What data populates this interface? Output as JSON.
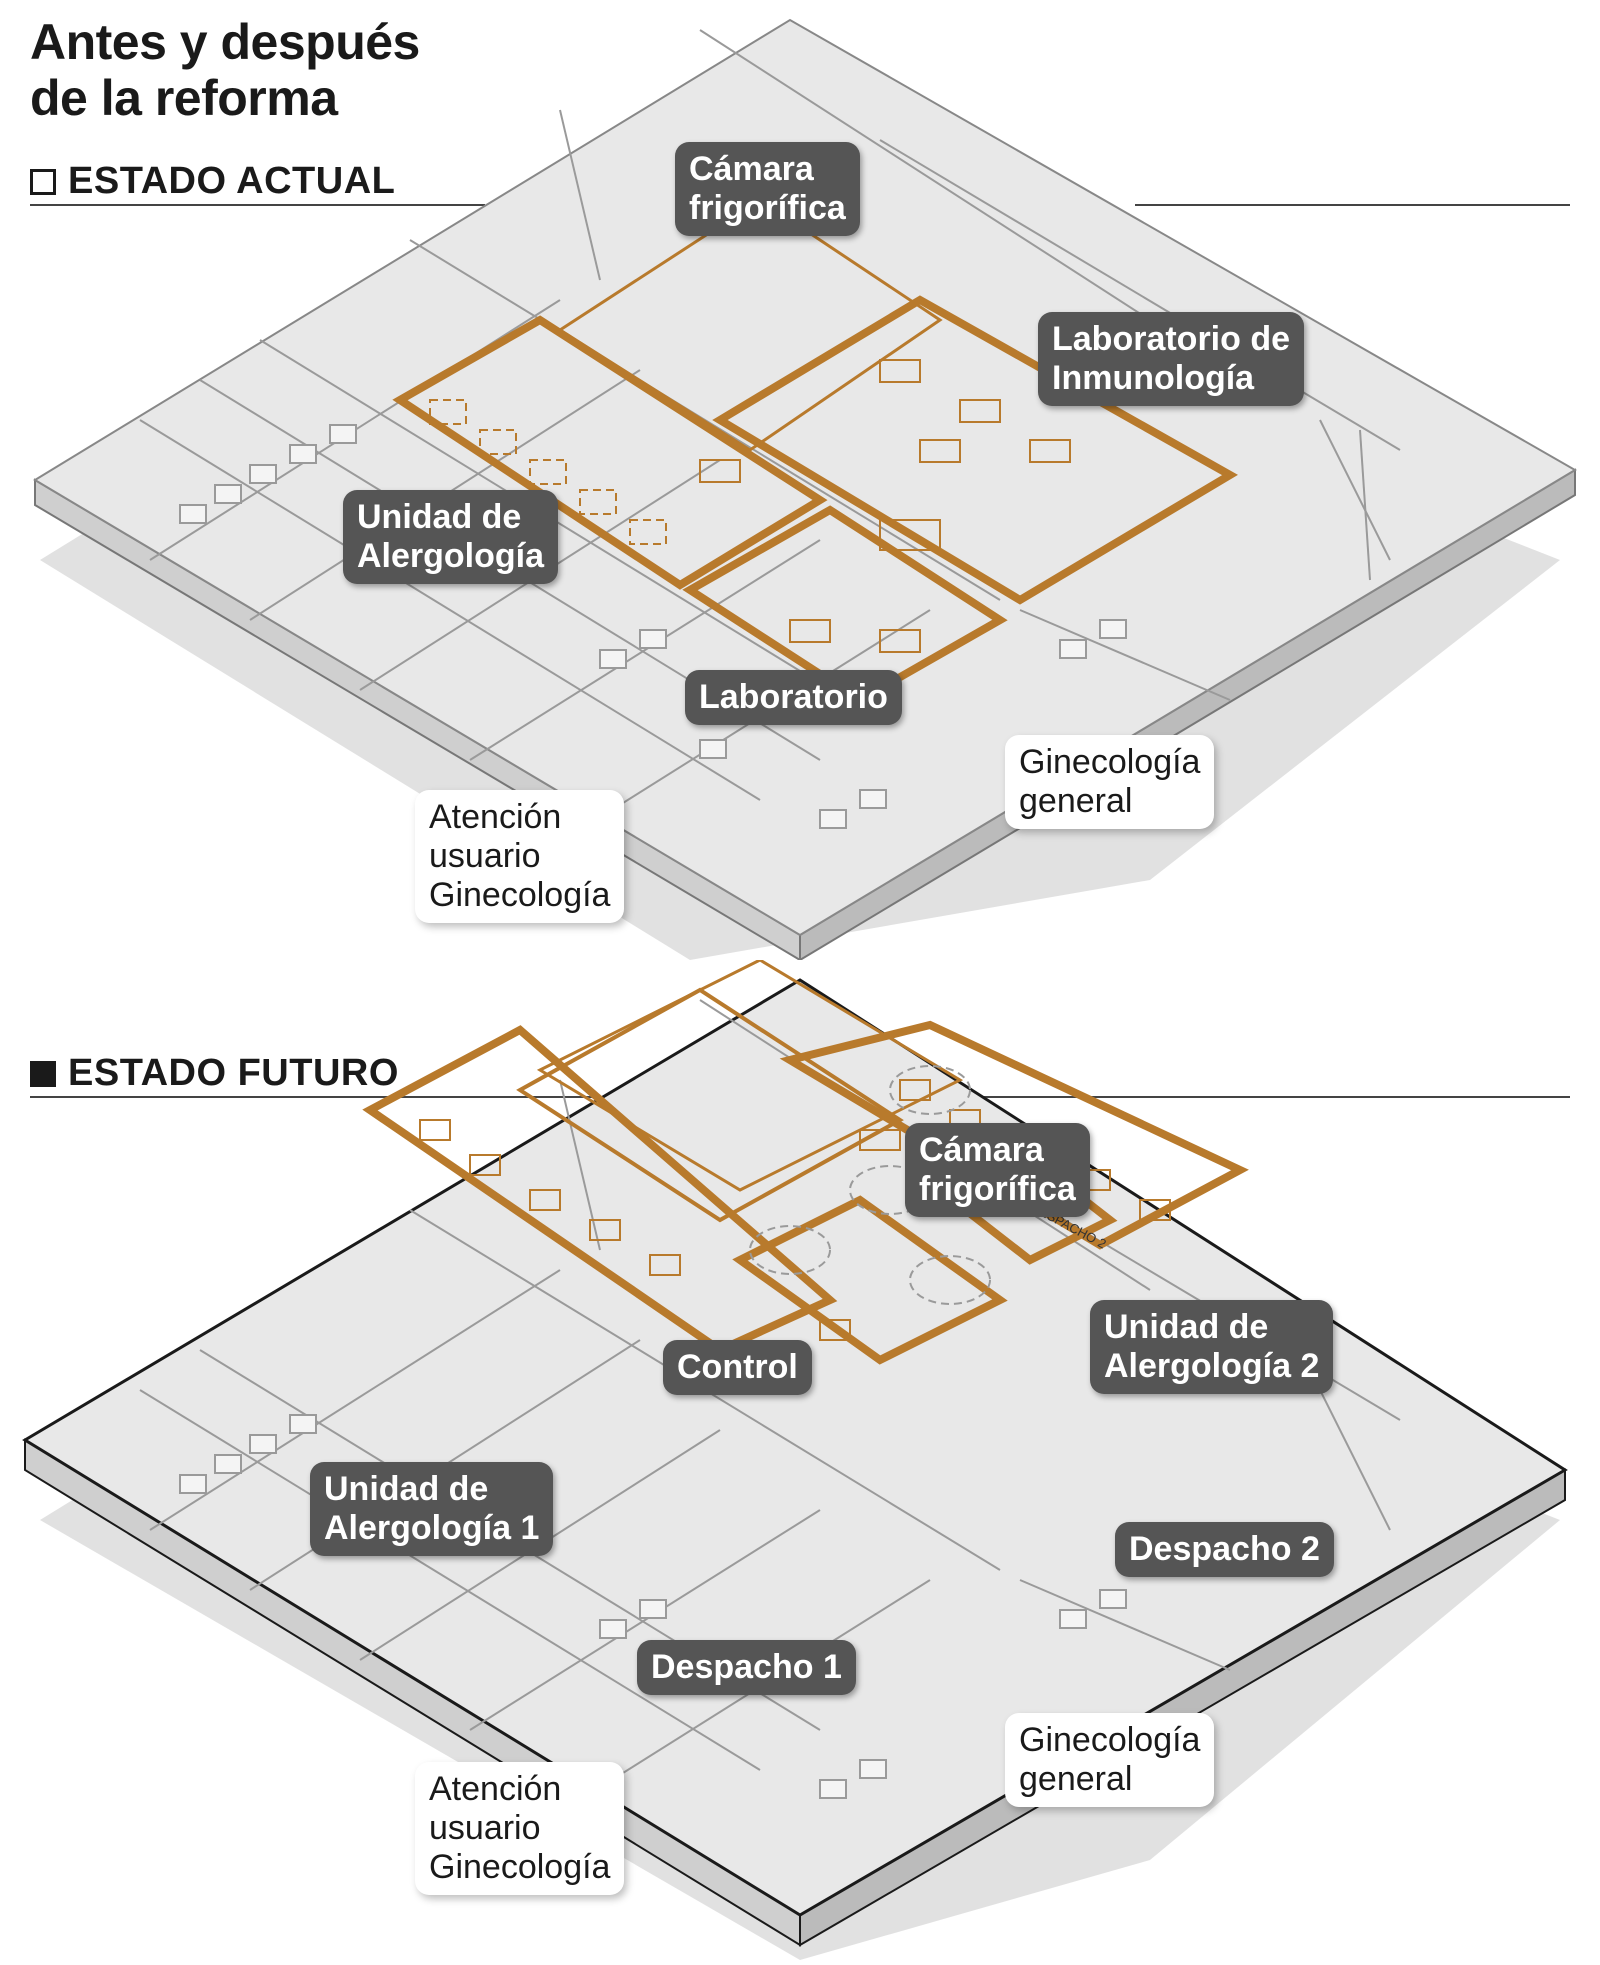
{
  "title": {
    "line1": "Antes y después",
    "line2": "de la reforma"
  },
  "colors": {
    "highlight": "#b87a2c",
    "label_bg": "#555555",
    "floor": "#e6e6e6",
    "edge": "#cfcfcf"
  },
  "sections": {
    "actual": {
      "heading": "ESTADO ACTUAL",
      "icon": "empty-square-icon",
      "labels": {
        "camara": "Cámara\nfrigorífica",
        "inmunologia": "Laboratorio de\nInmunología",
        "alergologia": "Unidad de\nAlergología",
        "laboratorio": "Laboratorio",
        "ginecologia": "Ginecología\ngeneral",
        "atencion": "Atención\nusuario\nGinecología"
      }
    },
    "futuro": {
      "heading": "ESTADO FUTURO",
      "icon": "filled-square-icon",
      "labels": {
        "camara": "Cámara\nfrigorífica",
        "control": "Control",
        "alergologia2": "Unidad de\nAlergología 2",
        "alergologia1": "Unidad de\nAlergología 1",
        "despacho2": "Despacho 2",
        "despacho1": "Despacho 1",
        "despacho_sign": "DESPACHO 2",
        "ginecologia": "Ginecología\ngeneral",
        "atencion": "Atención\nusuario\nGinecología"
      }
    }
  }
}
